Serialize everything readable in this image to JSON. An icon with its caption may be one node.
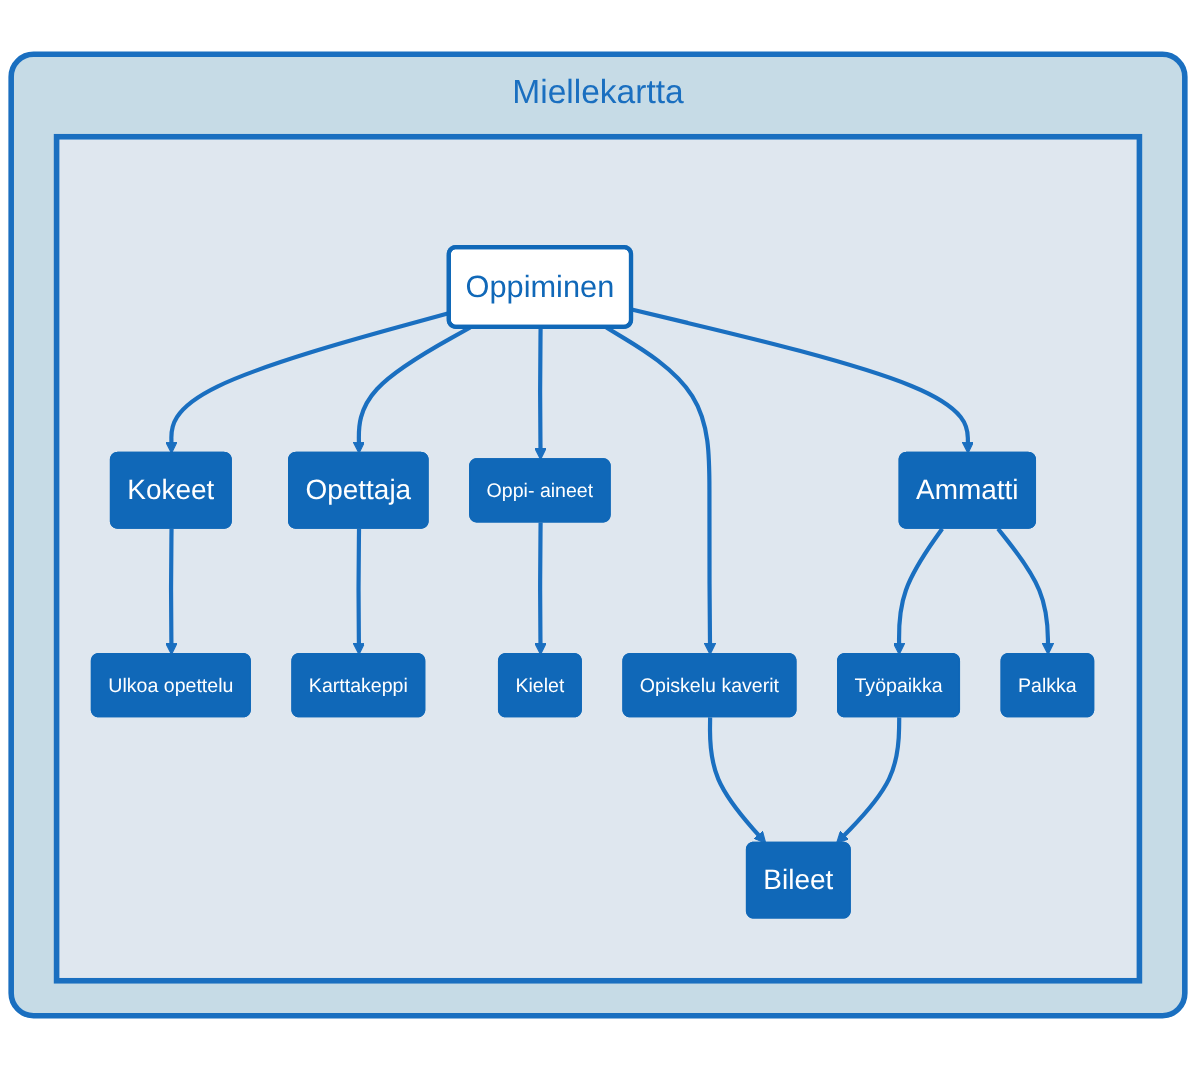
{
  "diagram": {
    "nodes": [
      {
        "text": [
          "Miellekartta"
        ]
      },
      {
        "text": [],
        "shape": "box",
        "in": 0
      },
      {
        "text": [
          "Ulkoa opettelu"
        ],
        "in": 1
      },
      {
        "text": [
          "Opettaja"
        ],
        "in": 1
      },
      {
        "text": [
          "Karttakeppi"
        ],
        "in": 1
      },
      {
        "text": [
          "Oppi- aineet"
        ],
        "in": 1
      },
      {
        "text": [
          "Kokeet"
        ],
        "in": 1
      },
      {
        "text": [
          "Oppiminen"
        ],
        "in": 1
      },
      {
        "text": [
          "Kielet"
        ],
        "in": 1
      },
      {
        "text": [
          "Opiskelu kaverit"
        ],
        "in": 1
      },
      {
        "text": [
          "Ammatti"
        ],
        "in": 1
      },
      {
        "text": [
          "Bileet"
        ],
        "in": 1
      },
      {
        "text": [
          "Työpaikka"
        ],
        "in": 1
      },
      {
        "text": [
          "Palkka"
        ],
        "in": 1
      }
    ],
    "edges": [
      {
        "from": 7,
        "to": 3,
        "arrow": "to"
      },
      {
        "from": 3,
        "to": 4,
        "arrow": "to"
      },
      {
        "from": 7,
        "to": 5,
        "arrow": "to"
      },
      {
        "from": 5,
        "to": 8,
        "arrow": "to"
      },
      {
        "from": 7,
        "to": 6,
        "arrow": "to"
      },
      {
        "from": 6,
        "to": 2,
        "arrow": "to"
      },
      {
        "from": 7,
        "to": 9,
        "arrow": "to"
      },
      {
        "from": 9,
        "to": 11,
        "arrow": "to"
      },
      {
        "from": 7,
        "to": 10,
        "arrow": "to"
      },
      {
        "from": 10,
        "to": 12,
        "arrow": "to"
      },
      {
        "from": 10,
        "to": 13,
        "arrow": "to"
      },
      {
        "from": 12,
        "to": 11,
        "arrow": "to"
      }
    ]
  }
}
